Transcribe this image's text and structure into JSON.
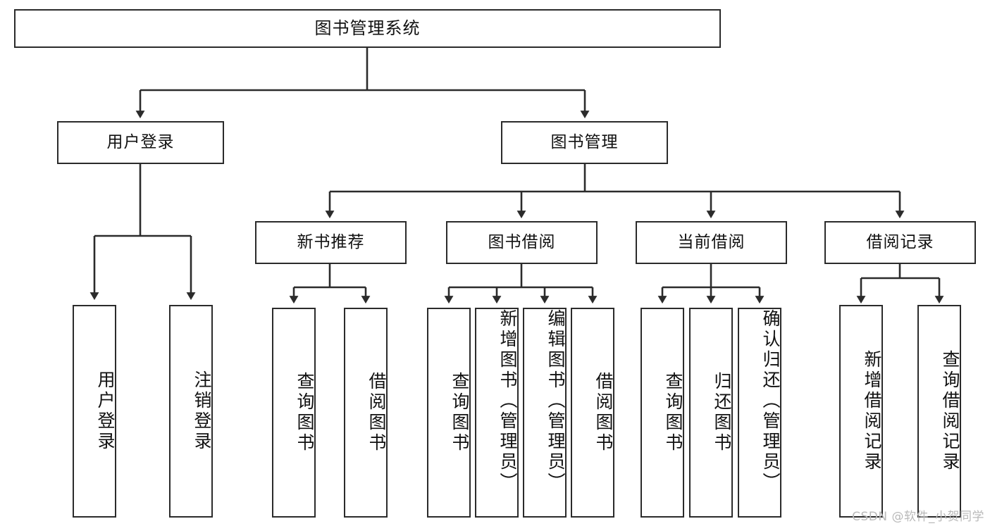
{
  "diagram": {
    "title": "图书管理系统",
    "watermark": "CSDN @软件_小贺同学",
    "style": {
      "box_border_color": "#2b2b2b",
      "box_fill_color": "#ffffff",
      "edge_color": "#2b2b2b",
      "text_color": "#111111",
      "watermark_color": "#b9b9b9",
      "background": "#ffffff"
    },
    "levels": {
      "level1": [
        "图书管理系统"
      ],
      "level2": [
        "用户登录",
        "图书管理"
      ],
      "level3": [
        "新书推荐",
        "图书借阅",
        "当前借阅",
        "借阅记录"
      ],
      "level4": [
        "用户登录",
        "注销登录",
        "查询图书",
        "借阅图书",
        "查询图书",
        "新增图书（管理员）",
        "编辑图书（管理员）",
        "借阅图书",
        "查询图书",
        "归还图书",
        "确认归还（管理员）",
        "新增借阅记录",
        "查询借阅记录"
      ]
    },
    "nodes": {
      "root": "图书管理系统",
      "user_login": "用户登录",
      "book_manage": "图书管理",
      "new_book_rec": "新书推荐",
      "book_borrow": "图书借阅",
      "current_borrow": "当前借阅",
      "borrow_record": "借阅记录",
      "leaf_user_login": "用户登录",
      "leaf_logout": "注销登录",
      "leaf_query_book_1": "查询图书",
      "leaf_borrow_book_1": "借阅图书",
      "leaf_query_book_2": "查询图书",
      "leaf_add_book": "新增图书（管理员）",
      "leaf_edit_book": "编辑图书（管理员）",
      "leaf_borrow_book_2": "借阅图书",
      "leaf_query_book_3": "查询图书",
      "leaf_return_book": "归还图书",
      "leaf_confirm_return": "确认归还（管理员）",
      "leaf_add_record": "新增借阅记录",
      "leaf_query_record": "查询借阅记录"
    }
  }
}
